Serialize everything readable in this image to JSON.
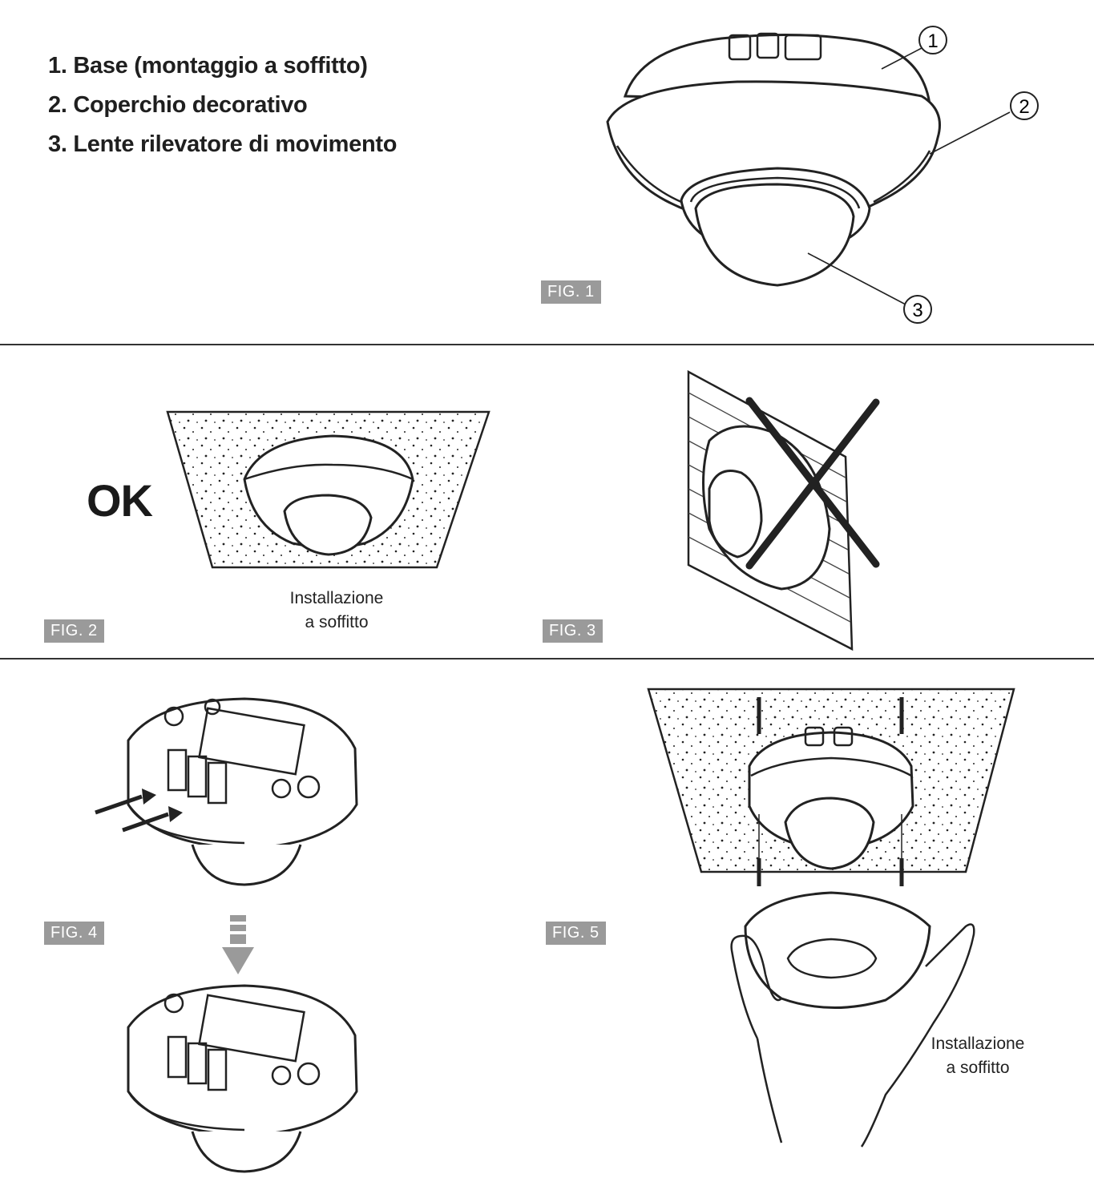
{
  "legend": {
    "items": [
      "1. Base (montaggio a soffitto)",
      "2. Coperchio decorativo",
      "3. Lente rilevatore di movimento"
    ]
  },
  "callouts": [
    "1",
    "2",
    "3"
  ],
  "figures": {
    "fig1": "FIG. 1",
    "fig2": "FIG. 2",
    "fig3": "FIG. 3",
    "fig4": "FIG. 4",
    "fig5": "FIG. 5"
  },
  "fig2_ok": "OK",
  "fig2_caption_line1": "Installazione",
  "fig2_caption_line2": "a soffitto",
  "fig5_caption_line1": "Installazione",
  "fig5_caption_line2": "a soffitto",
  "colors": {
    "label_bg": "#9a9a9a",
    "line": "#222222"
  }
}
